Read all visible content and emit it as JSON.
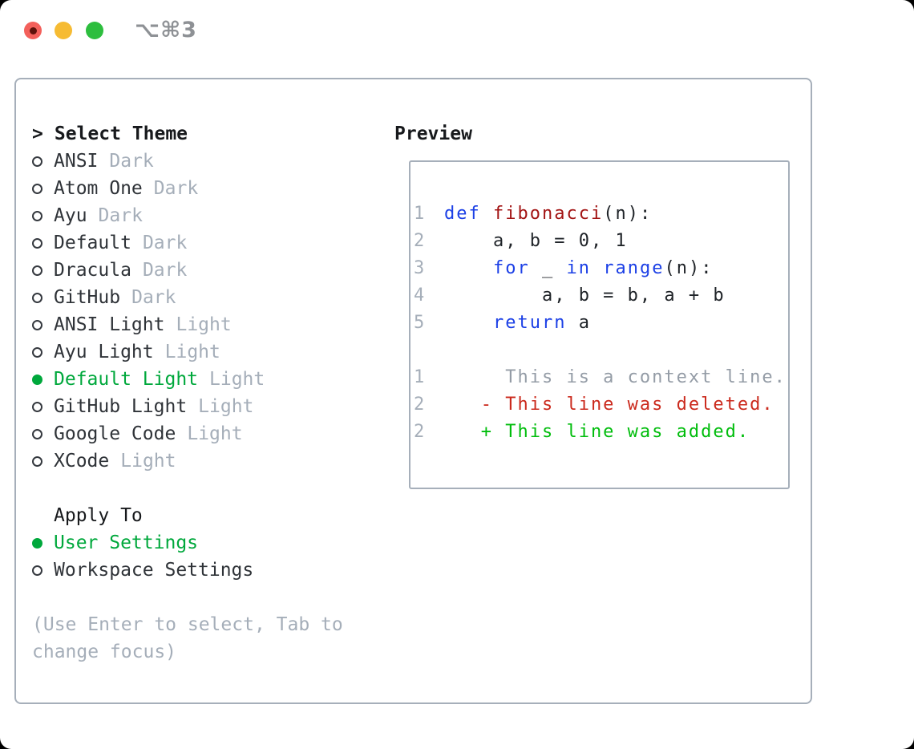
{
  "titlebar": {
    "shortcut": "⌥⌘3"
  },
  "theme_section": {
    "prompt": ">",
    "title": "Select Theme",
    "items": [
      {
        "name": "ANSI",
        "variant": "Dark",
        "selected": false
      },
      {
        "name": "Atom One",
        "variant": "Dark",
        "selected": false
      },
      {
        "name": "Ayu",
        "variant": "Dark",
        "selected": false
      },
      {
        "name": "Default",
        "variant": "Dark",
        "selected": false
      },
      {
        "name": "Dracula",
        "variant": "Dark",
        "selected": false
      },
      {
        "name": "GitHub",
        "variant": "Dark",
        "selected": false
      },
      {
        "name": "ANSI Light",
        "variant": "Light",
        "selected": false
      },
      {
        "name": "Ayu Light",
        "variant": "Light",
        "selected": false
      },
      {
        "name": "Default Light",
        "variant": "Light",
        "selected": true
      },
      {
        "name": "GitHub Light",
        "variant": "Light",
        "selected": false
      },
      {
        "name": "Google Code",
        "variant": "Light",
        "selected": false
      },
      {
        "name": "XCode",
        "variant": "Light",
        "selected": false
      }
    ]
  },
  "apply_section": {
    "title": "Apply To",
    "items": [
      {
        "label": "User Settings",
        "selected": true
      },
      {
        "label": "Workspace Settings",
        "selected": false
      }
    ]
  },
  "hint": {
    "lines": [
      "(Use Enter to select, Tab to",
      "change focus)"
    ]
  },
  "preview": {
    "title": "Preview",
    "lines": [
      {
        "ln": "1",
        "tokens": [
          [
            "def",
            "kw"
          ],
          [
            " ",
            "plain"
          ],
          [
            "fibonacci",
            "fn"
          ],
          [
            "(n):",
            "plain"
          ]
        ]
      },
      {
        "ln": "2",
        "tokens": [
          [
            "    a, b = 0, 1",
            "plain"
          ]
        ]
      },
      {
        "ln": "3",
        "tokens": [
          [
            "    ",
            "plain"
          ],
          [
            "for",
            "kw"
          ],
          [
            " _ ",
            "plain"
          ],
          [
            "in",
            "kw"
          ],
          [
            " ",
            "plain"
          ],
          [
            "range",
            "kw"
          ],
          [
            "(n):",
            "plain"
          ]
        ]
      },
      {
        "ln": "4",
        "tokens": [
          [
            "        a, b = b, a + b",
            "plain"
          ]
        ]
      },
      {
        "ln": "5",
        "tokens": [
          [
            "    ",
            "plain"
          ],
          [
            "return",
            "kw"
          ],
          [
            " a",
            "plain"
          ]
        ]
      },
      {
        "ln": "",
        "tokens": []
      },
      {
        "ln": "1",
        "tokens": [
          [
            "     This is a context line.",
            "ctx"
          ]
        ]
      },
      {
        "ln": "2",
        "tokens": [
          [
            "   - This line was deleted.",
            "del"
          ]
        ]
      },
      {
        "ln": "2",
        "tokens": [
          [
            "   + This line was added.",
            "add"
          ]
        ]
      }
    ]
  },
  "colors": {
    "keyword_blue": "#1c40e6",
    "function_red": "#a31515",
    "code_plain": "#1f2328",
    "context_gray": "#949ca6",
    "deleted_red": "#cb2a1d",
    "added_green": "#00bd0c",
    "line_number_gray": "#a5aeb9",
    "selected_green": "#00a83c",
    "item_text": "#2f3338",
    "muted_gray": "#a5aeb9",
    "border_gray": "#a6afba",
    "traffic_red": "#f3605b",
    "traffic_yellow": "#f6bb33",
    "traffic_green": "#2dbe3e"
  }
}
